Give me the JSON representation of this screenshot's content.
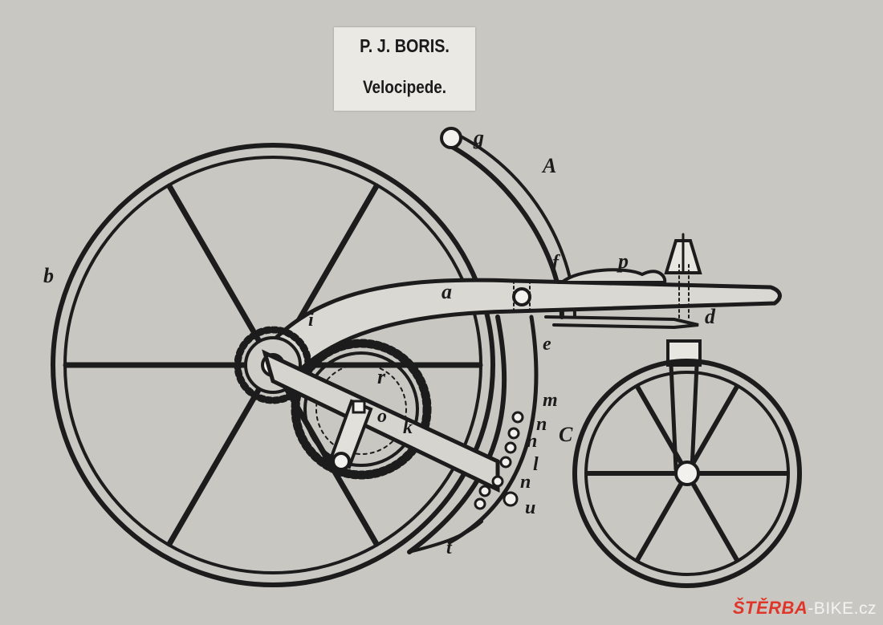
{
  "title": {
    "line1": "P. J. BORIS.",
    "line2": "Velocipede."
  },
  "reference_letters": [
    "g",
    "A",
    "b",
    "f",
    "p",
    "a",
    "i",
    "d",
    "e",
    "r",
    "o",
    "k",
    "m",
    "n",
    "C",
    "n",
    "l",
    "n",
    "u",
    "t"
  ],
  "watermark": {
    "brand": "ŠTĚRBA",
    "suffix": "-BIKE.cz"
  },
  "colors": {
    "paper": "#c9c7c2",
    "ink": "#1c1c1c",
    "label": "#ebe9e4",
    "watermark_red": "#e0362a"
  }
}
